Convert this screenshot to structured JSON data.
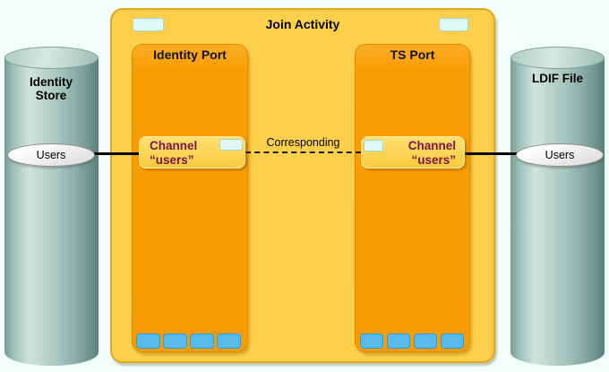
{
  "activity": {
    "title": "Join Activity"
  },
  "ports": {
    "identity": {
      "title": "Identity Port",
      "channel": {
        "name": "Channel",
        "value": "“users”"
      }
    },
    "ts": {
      "title": "TS Port",
      "channel": {
        "name": "Channel",
        "value": "“users”"
      }
    }
  },
  "link": {
    "label": "Corresponding"
  },
  "stores": {
    "identity": {
      "name": "Identity Store",
      "entity": "Users"
    },
    "ldif": {
      "name": "LDIF File",
      "entity": "Users"
    }
  },
  "decorations": {
    "activity_tab_count": 2,
    "channel_tab_count": 2,
    "port_slot_count_per_port": 4
  },
  "colors": {
    "background": "#F1FEF9",
    "activity_fill": "#FDD04B",
    "activity_border": "#E3A51D",
    "port_fill": "#F89B04",
    "channel_fill": "#FCD45A",
    "channel_text": "#7B1443",
    "cyan_tab": "#E0FAF8",
    "blue_slot": "#57BAEB",
    "cylinder_light": "#CEE4DD",
    "cylinder_dark": "#5B807B",
    "connector_line": "#000000"
  }
}
